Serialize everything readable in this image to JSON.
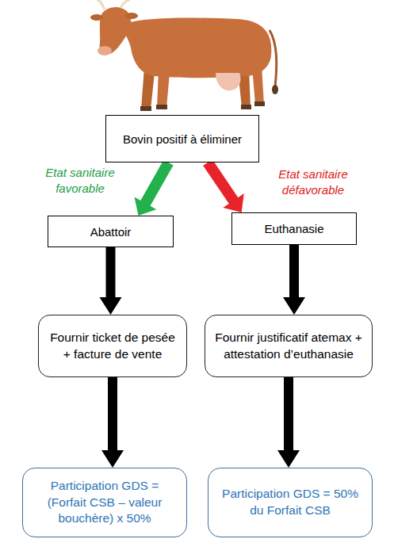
{
  "diagram": {
    "nodes": [
      {
        "text": [
          "Bovin positif à éliminer"
        ]
      },
      {
        "text": [
          "Abattoir"
        ]
      },
      {
        "text": [
          "Euthanasie"
        ]
      },
      {
        "text": [
          "Fournir ticket de pesée + facture de vente"
        ]
      },
      {
        "text": [
          "Fournir justificatif atemax + attestation d’euthanasie"
        ]
      },
      {
        "text": [
          "Participation GDS = (Forfait CSB – valeur bouchère) x 50%"
        ]
      },
      {
        "text": [
          "Participation GDS = 50% du Forfait CSB"
        ]
      }
    ],
    "edges": [
      {
        "from": 0,
        "to": 1,
        "label": "Etat sanitaire favorable",
        "arrow": "to"
      },
      {
        "from": 0,
        "to": 2,
        "label": "Etat sanitaire défavorable",
        "arrow": "to"
      },
      {
        "from": 1,
        "to": 3,
        "arrow": "to"
      },
      {
        "from": 2,
        "to": 4,
        "arrow": "to"
      },
      {
        "from": 3,
        "to": 5,
        "arrow": "to"
      },
      {
        "from": 4,
        "to": 6,
        "arrow": "to"
      }
    ]
  }
}
